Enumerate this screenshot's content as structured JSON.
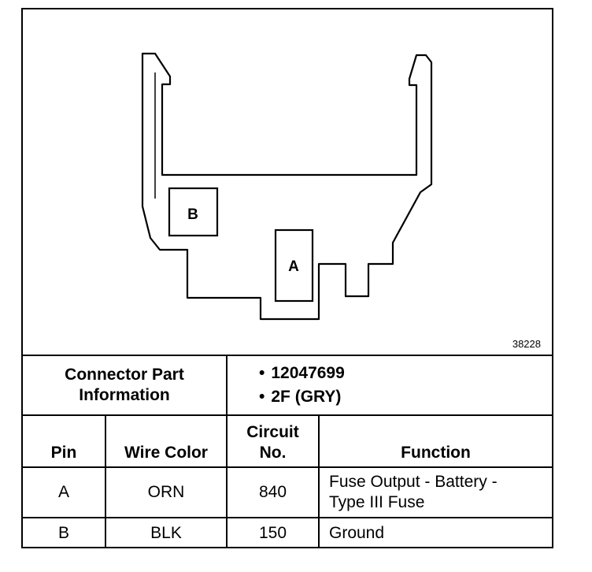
{
  "diagram": {
    "figure_number": "38228",
    "pins": [
      {
        "id": "a",
        "label": "A"
      },
      {
        "id": "b",
        "label": "B"
      }
    ]
  },
  "connector": {
    "info_label_line1": "Connector Part",
    "info_label_line2": "Information",
    "part_numbers": [
      "12047699",
      "2F (GRY)"
    ],
    "bullet": "•"
  },
  "table": {
    "headers": {
      "pin": "Pin",
      "wire_color": "Wire Color",
      "circuit_line1": "Circuit",
      "circuit_line2": "No.",
      "function": "Function"
    },
    "rows": [
      {
        "pin": "A",
        "wire_color": "ORN",
        "circuit": "840",
        "function_line1": "Fuse Output - Battery -",
        "function_line2": "Type III Fuse"
      },
      {
        "pin": "B",
        "wire_color": "BLK",
        "circuit": "150",
        "function_line1": "Ground",
        "function_line2": ""
      }
    ]
  }
}
